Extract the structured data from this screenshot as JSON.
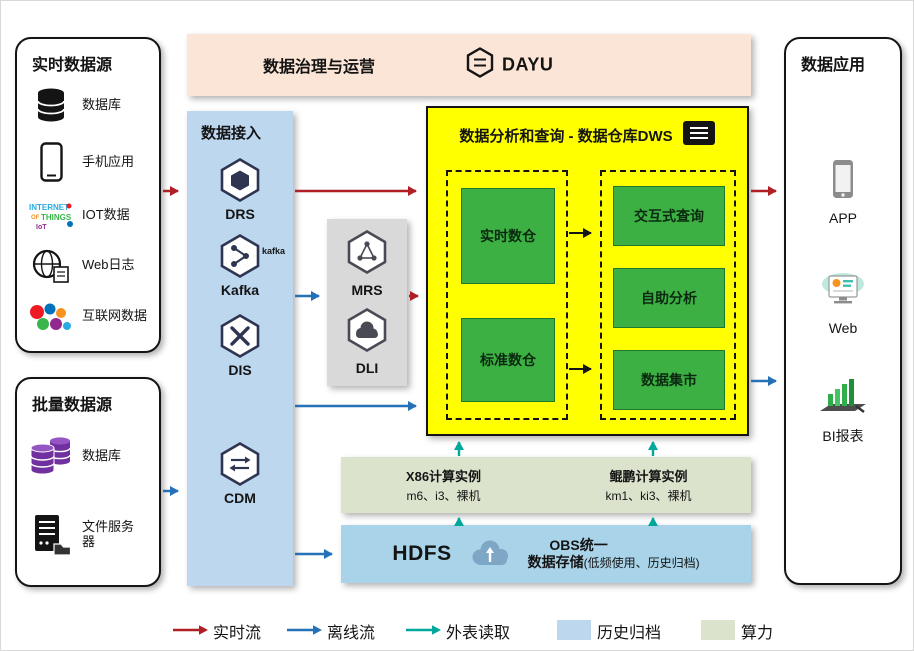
{
  "colors": {
    "realtime": "#b01f24",
    "offline": "#2471b8",
    "external": "#00a79b",
    "archive_fill": "#bdd7ee",
    "compute_fill": "#dce3cd",
    "storage_fill": "#a9d3e9",
    "ingestion_fill": "#bdd7ee",
    "governance_fill": "#fbe5d6",
    "dws_fill": "#ffff00",
    "green_box": "#3cb043",
    "gray_box": "#d9d9d9"
  },
  "realtime_sources": {
    "title": "实时数据源",
    "items": [
      {
        "label": "数据库",
        "icon": "database-icon"
      },
      {
        "label": "手机应用",
        "icon": "mobile-phone-icon"
      },
      {
        "label": "IOT数据",
        "icon": "iot-wordcloud-icon"
      },
      {
        "label": "Web日志",
        "icon": "globe-log-icon"
      },
      {
        "label": "互联网数据",
        "icon": "internet-bubbles-icon"
      }
    ]
  },
  "batch_sources": {
    "title": "批量数据源",
    "items": [
      {
        "label": "数据库",
        "icon": "database-purple-icon"
      },
      {
        "label": "文件服务器",
        "icon": "file-server-icon"
      }
    ]
  },
  "governance": {
    "title": "数据治理与运营",
    "logo_text": "DAYU"
  },
  "ingestion": {
    "title": "数据接入",
    "items": [
      {
        "label": "DRS",
        "icon": "drs-hexagon-icon"
      },
      {
        "label": "Kafka",
        "icon": "kafka-hexagon-icon",
        "logo_text": "kafka"
      },
      {
        "label": "DIS",
        "icon": "dis-hexagon-icon"
      },
      {
        "label": "CDM",
        "icon": "cdm-hexagon-icon"
      }
    ]
  },
  "processing": {
    "items": [
      {
        "label": "MRS",
        "icon": "mrs-hexagon-icon"
      },
      {
        "label": "DLI",
        "icon": "dli-hexagon-icon"
      }
    ]
  },
  "dws": {
    "title": "数据分析和查询 - 数据仓库DWS",
    "warehouses": [
      {
        "label": "实时数仓"
      },
      {
        "label": "标准数仓"
      }
    ],
    "services": [
      {
        "label": "交互式查询"
      },
      {
        "label": "自助分析"
      },
      {
        "label": "数据集市"
      }
    ]
  },
  "compute": {
    "groups": [
      {
        "title": "X86计算实例",
        "subtitle": "m6、i3、裸机"
      },
      {
        "title": "鲲鹏计算实例",
        "subtitle": "km1、ki3、裸机"
      }
    ]
  },
  "storage": {
    "hdfs_label": "HDFS",
    "obs_line1": "OBS统一",
    "obs_line2": "数据存储",
    "obs_note": "(低频使用、历史归档)"
  },
  "applications": {
    "title": "数据应用",
    "items": [
      {
        "label": "APP",
        "icon": "app-phone-icon"
      },
      {
        "label": "Web",
        "icon": "web-monitor-icon"
      },
      {
        "label": "BI报表",
        "icon": "bi-report-icon"
      }
    ]
  },
  "legend": {
    "items": [
      {
        "label": "实时流",
        "type": "arrow"
      },
      {
        "label": "离线流",
        "type": "arrow"
      },
      {
        "label": "外表读取",
        "type": "arrow"
      },
      {
        "label": "历史归档",
        "type": "swatch"
      },
      {
        "label": "算力",
        "type": "swatch"
      }
    ]
  }
}
